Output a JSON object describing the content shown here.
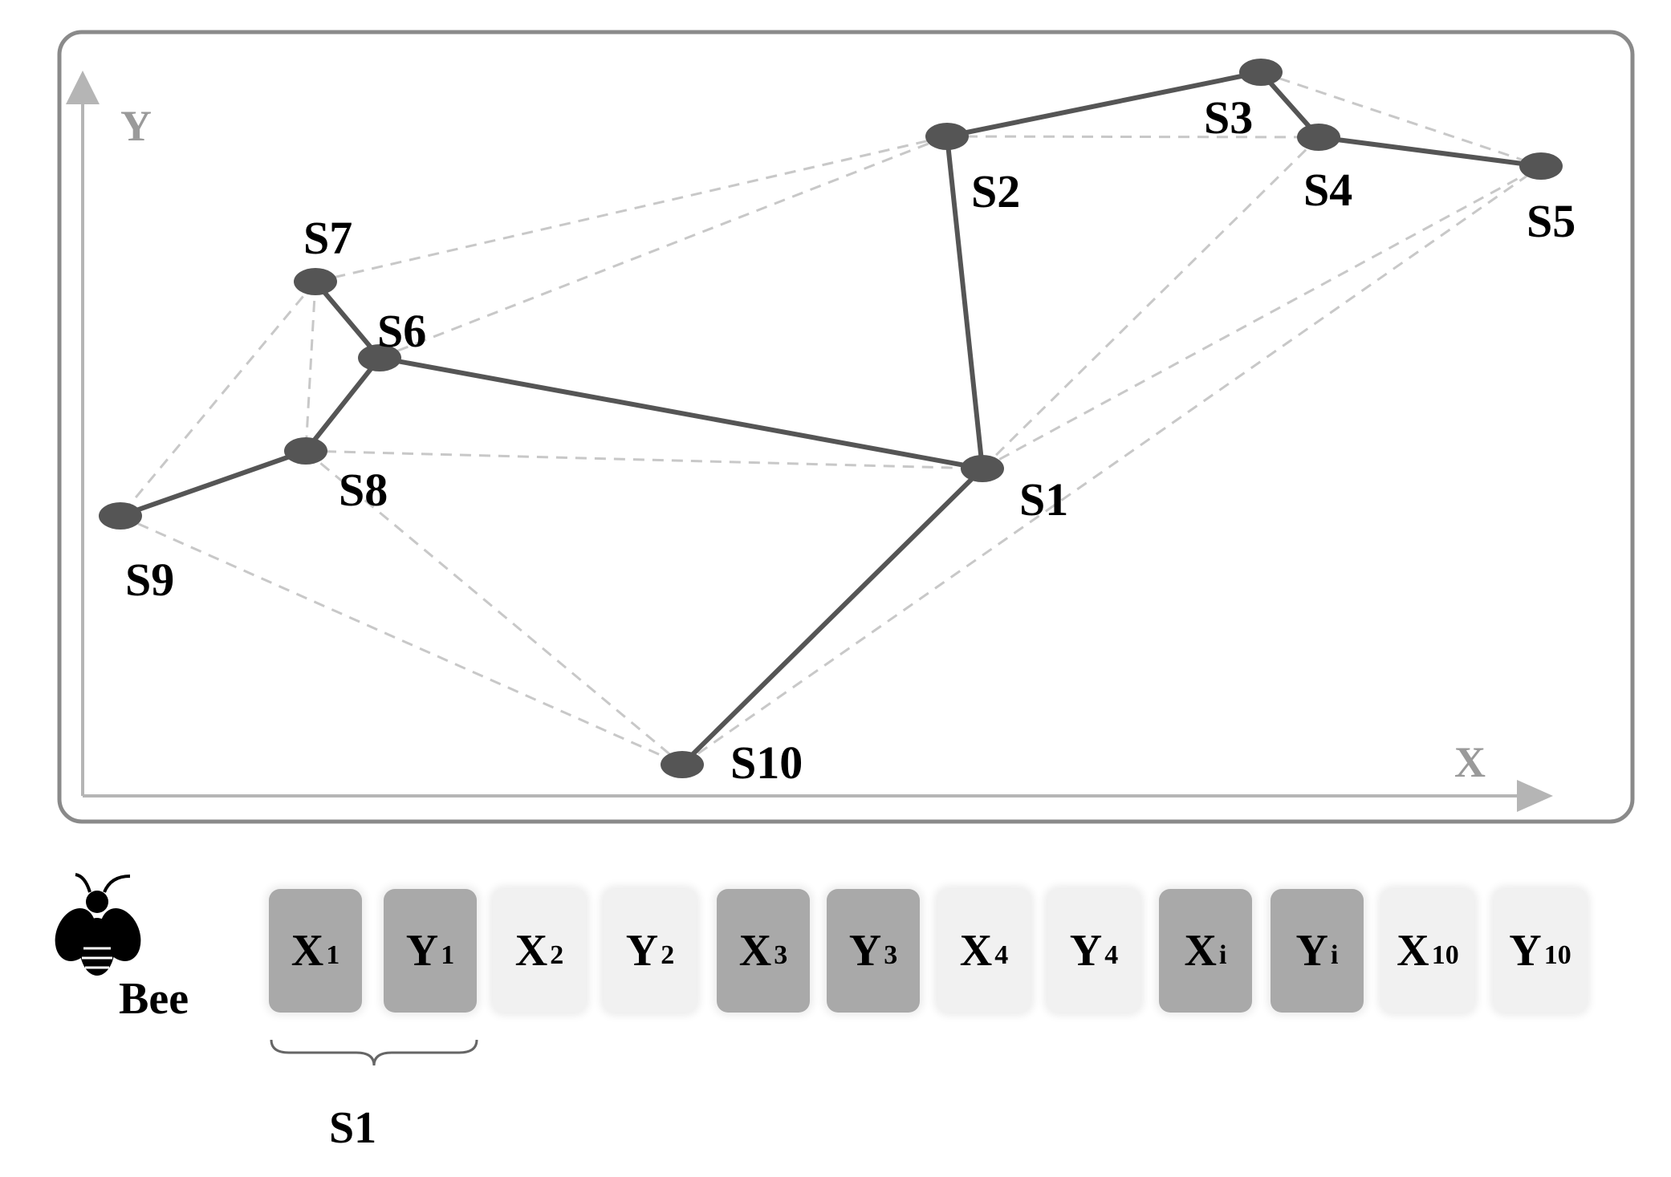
{
  "axes": {
    "x_label": "X",
    "y_label": "Y"
  },
  "nodes": [
    {
      "id": "S1",
      "label": "S1"
    },
    {
      "id": "S2",
      "label": "S2"
    },
    {
      "id": "S3",
      "label": "S3"
    },
    {
      "id": "S4",
      "label": "S4"
    },
    {
      "id": "S5",
      "label": "S5"
    },
    {
      "id": "S6",
      "label": "S6"
    },
    {
      "id": "S7",
      "label": "S7"
    },
    {
      "id": "S8",
      "label": "S8"
    },
    {
      "id": "S9",
      "label": "S9"
    },
    {
      "id": "S10",
      "label": "S10"
    }
  ],
  "solid_edges": [
    [
      "S10",
      "S1"
    ],
    [
      "S1",
      "S2"
    ],
    [
      "S2",
      "S3"
    ],
    [
      "S3",
      "S4"
    ],
    [
      "S4",
      "S5"
    ],
    [
      "S1",
      "S6"
    ],
    [
      "S6",
      "S7"
    ],
    [
      "S6",
      "S8"
    ],
    [
      "S8",
      "S9"
    ]
  ],
  "dashed_edges": [
    [
      "S7",
      "S2"
    ],
    [
      "S6",
      "S2"
    ],
    [
      "S2",
      "S4"
    ],
    [
      "S3",
      "S5"
    ],
    [
      "S1",
      "S4"
    ],
    [
      "S1",
      "S5"
    ],
    [
      "S10",
      "S5"
    ],
    [
      "S7",
      "S8"
    ],
    [
      "S7",
      "S9"
    ],
    [
      "S8",
      "S1"
    ],
    [
      "S9",
      "S10"
    ],
    [
      "S8",
      "S10"
    ]
  ],
  "colors": {
    "node": "#555555",
    "solid_edge": "#555555",
    "dashed_edge": "#c8c8c8",
    "axis": "#b5b5b5",
    "frame": "#8a8a8a",
    "gene_dark": "#a9a9a9",
    "gene_light": "#f1f1f1"
  },
  "encoding": {
    "bee_label": "Bee",
    "brace_label": "S1",
    "genes": [
      {
        "main": "X",
        "sub": "1",
        "shade": "dark"
      },
      {
        "main": "Y",
        "sub": "1",
        "shade": "dark"
      },
      {
        "main": "X",
        "sub": "2",
        "shade": "light"
      },
      {
        "main": "Y",
        "sub": "2",
        "shade": "light"
      },
      {
        "main": "X",
        "sub": "3",
        "shade": "dark"
      },
      {
        "main": "Y",
        "sub": "3",
        "shade": "dark"
      },
      {
        "main": "X",
        "sub": "4",
        "shade": "light"
      },
      {
        "main": "Y",
        "sub": "4",
        "shade": "light"
      },
      {
        "main": "X",
        "sub": "i",
        "shade": "dark"
      },
      {
        "main": "Y",
        "sub": "i",
        "shade": "dark"
      },
      {
        "main": "X",
        "sub": "10",
        "shade": "light"
      },
      {
        "main": "Y",
        "sub": "10",
        "shade": "light"
      }
    ]
  }
}
